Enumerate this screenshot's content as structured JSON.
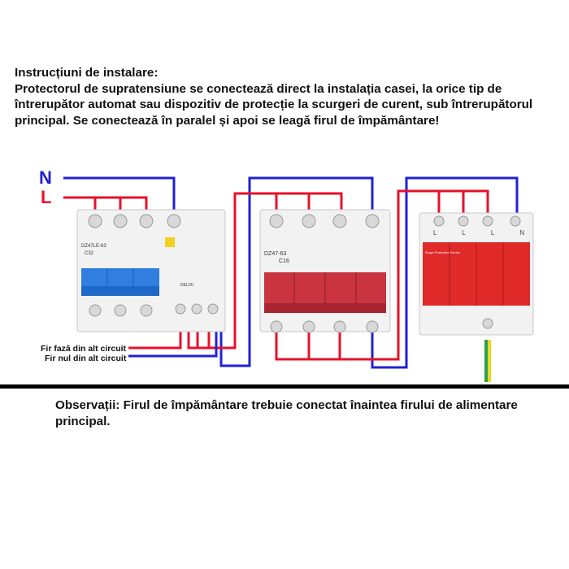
{
  "instructions": {
    "heading": "Instrucțiuni de instalare:",
    "body": "Protectorul de supratensiune se conectează direct la instalația casei, la orice tip de întrerupător automat sau dispozitiv de protecție la scurgeri de curent, sub întrerupătorul principal. Se conectează în paralel și apoi se leagă firul de împământare!"
  },
  "diagram": {
    "line_n": "N",
    "line_l": "L",
    "wire_phase_label": "Fir fază din alt circuit",
    "wire_neutral_label": "Fir nul din alt circuit",
    "rcbo": {
      "model": "DZ47LE-63",
      "rating": "C32",
      "brand": "DELIXI"
    },
    "mcb": {
      "model": "DZ47-63",
      "rating": "C16"
    },
    "spd_terminals": [
      "L",
      "L",
      "L",
      "N"
    ],
    "spd_title": "Surge Protective Device",
    "colors": {
      "neutral": "#2020d8",
      "phase": "#e8102a",
      "earth_yellow": "#e8d820",
      "earth_green": "#2aa050"
    }
  },
  "observations": {
    "heading": "Observații:",
    "body": "Firul de împământare trebuie conectat înaintea firului de alimentare principal."
  }
}
